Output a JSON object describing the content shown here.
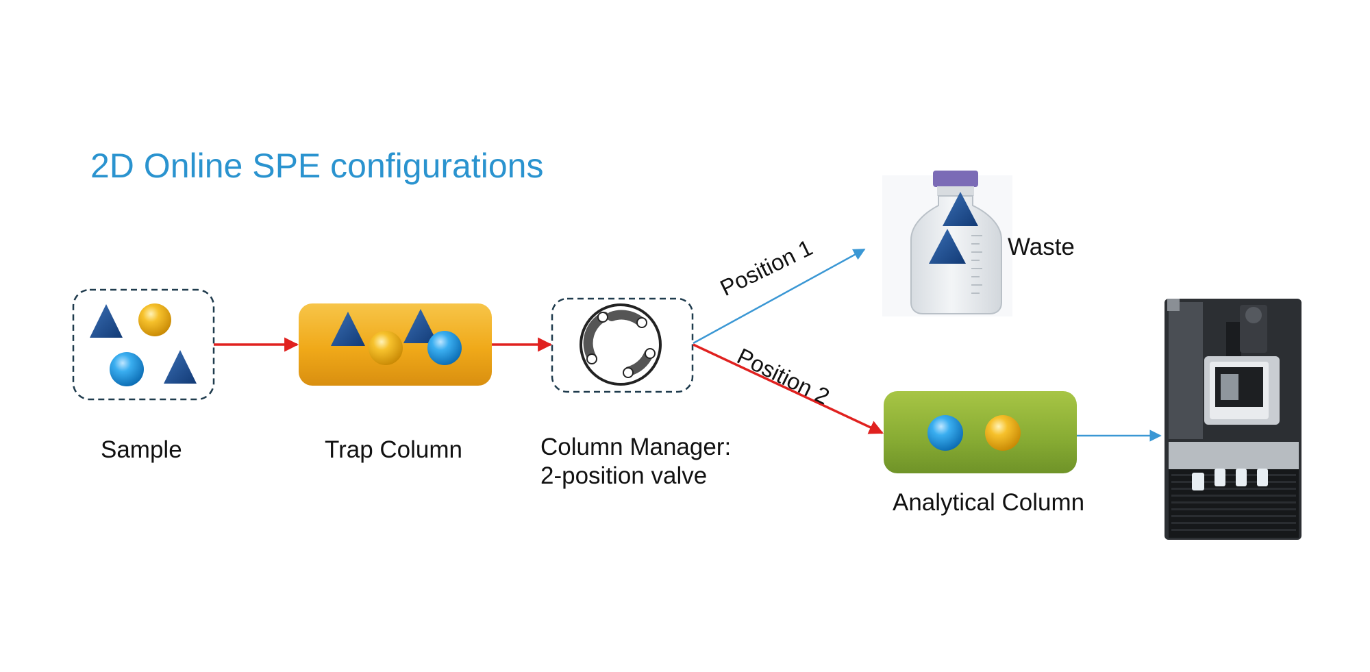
{
  "title": "2D Online SPE configurations",
  "stages": {
    "sample": "Sample",
    "trap_column": "Trap Column",
    "column_manager": [
      "Column Manager:",
      "2-position valve"
    ],
    "waste": "Waste",
    "analytical_column": "Analytical Column"
  },
  "paths": {
    "position_1": "Position 1",
    "position_2": "Position 2"
  },
  "colors": {
    "title": "#2a93cf",
    "main_flow_arrow": "#e0211f",
    "side_arrow": "#3a97d4",
    "triangle": "#1b4c8f",
    "blue_sphere": "#2ea0e3",
    "yellow_sphere": "#f2b31a",
    "trap_column_fill": "#f2ad22",
    "analytical_column_fill": "#8fb33a",
    "dashed_border": "#1f3b4d"
  },
  "icons": [
    "triangle-analyte-icon",
    "sphere-analyte-icon",
    "valve-icon",
    "waste-bottle-icon",
    "mass-spectrometer-icon"
  ]
}
